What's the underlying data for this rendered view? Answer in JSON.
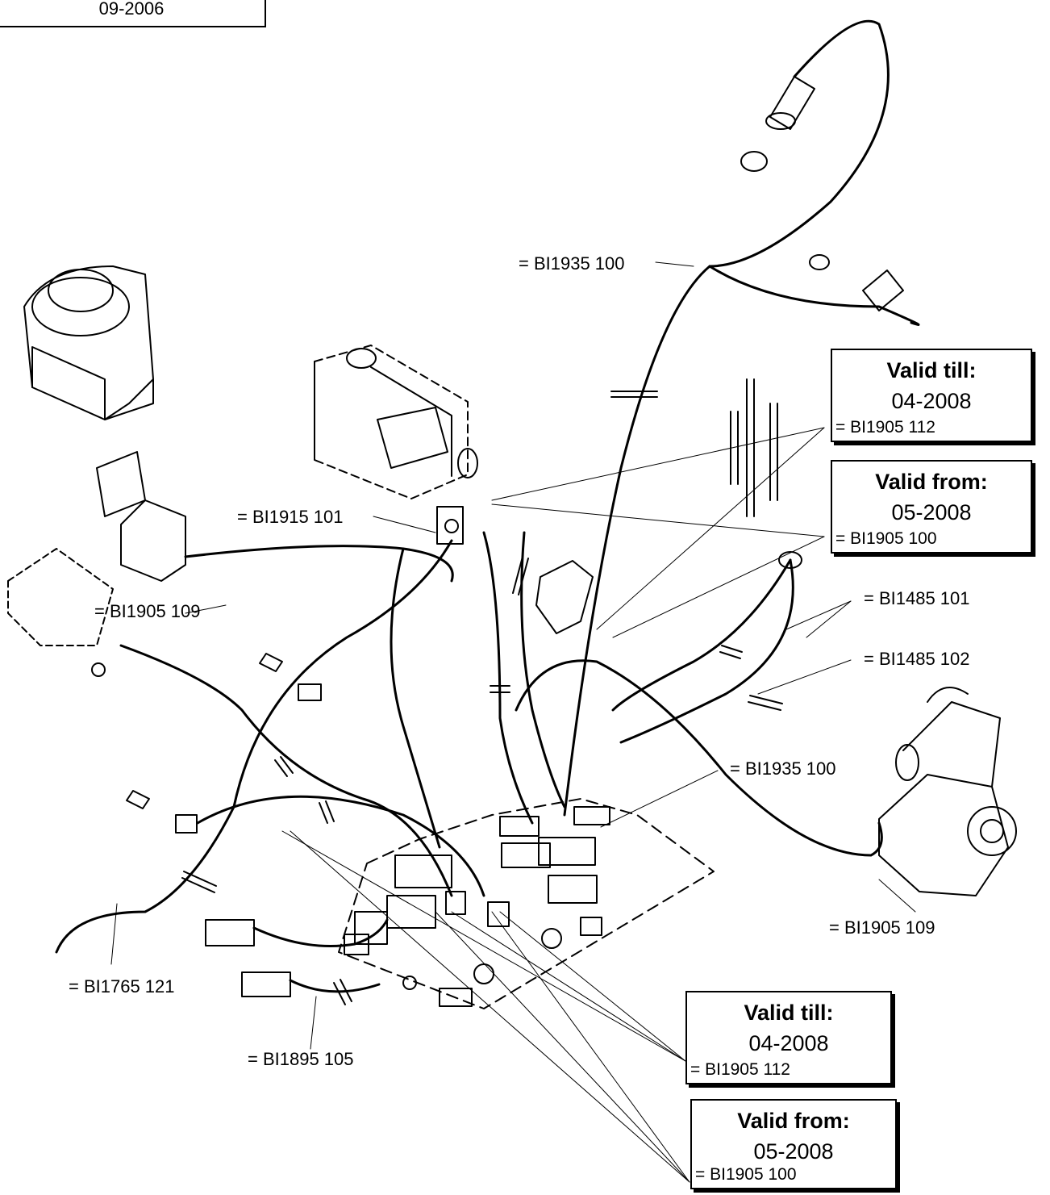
{
  "header": {
    "date": "09-2006"
  },
  "labels": {
    "cable_ignition": "= BI1935 100",
    "valve_cable": "= BI1915 101",
    "fan_cable": "= BI1905 109",
    "sensor_cable_1": "= BI1485 101",
    "sensor_cable_2": "= BI1485 102",
    "board_cable": "= BI1935 100",
    "pump_cable": "= BI1905 109",
    "earth_cable": "= BI1765 121",
    "mains_cable": "= BI1895 105"
  },
  "validity_boxes": {
    "upper_till": {
      "heading": "Valid till:",
      "date": "04-2008",
      "code": "= BI1905 112"
    },
    "upper_from": {
      "heading": "Valid from:",
      "date": "05-2008",
      "code": "= BI1905 100"
    },
    "lower_till": {
      "heading": "Valid till:",
      "date": "04-2008",
      "code": "= BI1905 112"
    },
    "lower_from": {
      "heading": "Valid from:",
      "date": "05-2008",
      "code": "= BI1905 100"
    }
  }
}
